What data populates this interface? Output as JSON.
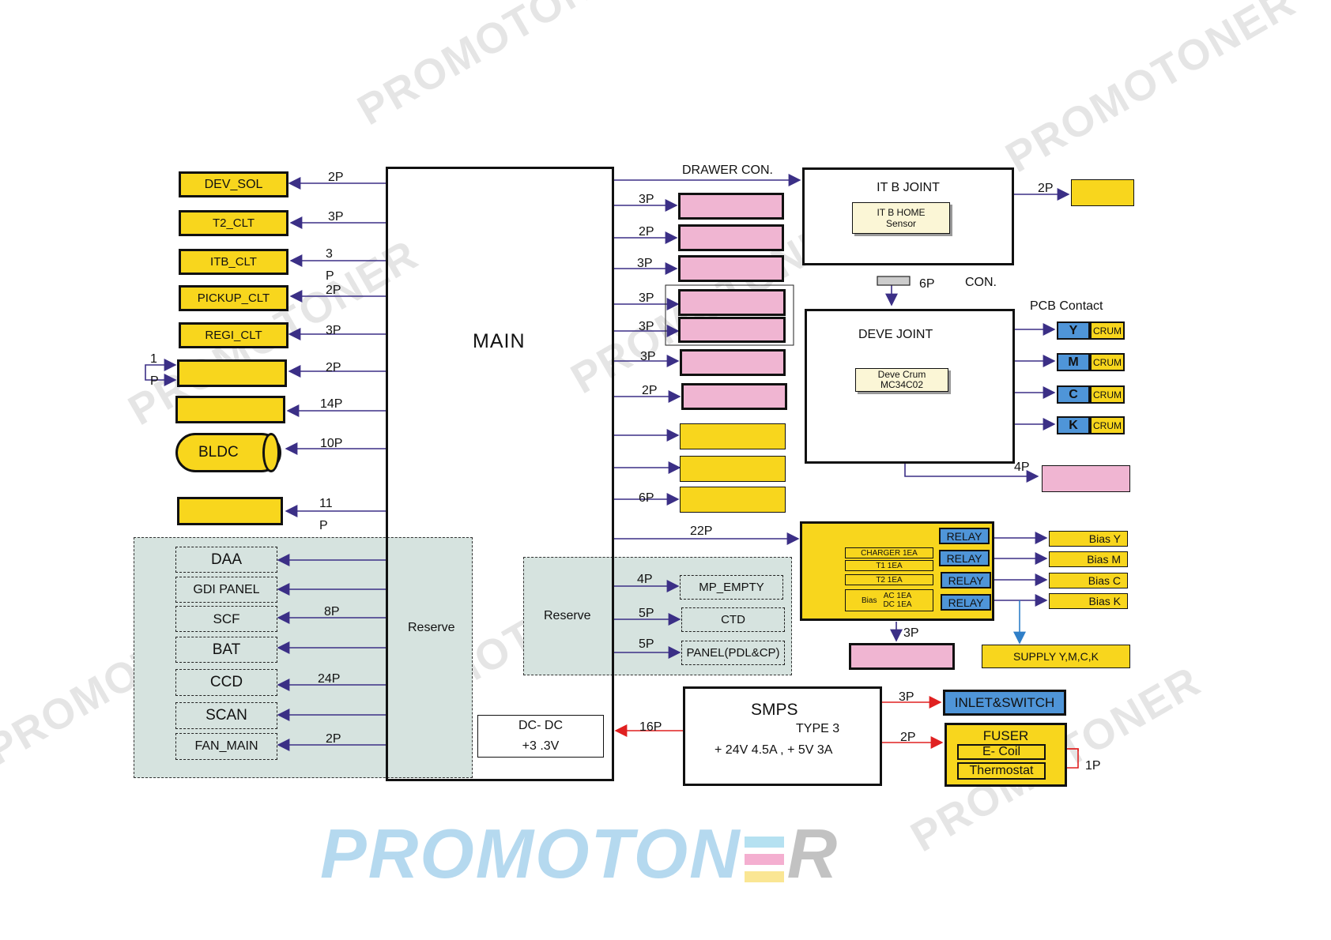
{
  "main": {
    "label": "MAIN",
    "reserve_left": "Reserve",
    "reserve_right": "Reserve"
  },
  "left_modules": [
    {
      "label": "DEV_SOL",
      "pin": "2P"
    },
    {
      "label": "T2_CLT",
      "pin": "3P"
    },
    {
      "label": "ITB_CLT",
      "pin": "3",
      "pin2": "P"
    },
    {
      "label": "PICKUP_CLT",
      "pin": "2P"
    },
    {
      "label": "REGI_CLT",
      "pin": "3P"
    },
    {
      "label": "",
      "pin": "2P",
      "side1": "1",
      "side2": "P"
    },
    {
      "label": "",
      "pin": "14P"
    },
    {
      "label": "BLDC",
      "pin": "10P"
    },
    {
      "label": "",
      "pin": "11",
      "pin2": "P"
    }
  ],
  "reserve_modules": [
    {
      "label": "DAA",
      "pin": ""
    },
    {
      "label": "GDI PANEL",
      "pin": ""
    },
    {
      "label": "SCF",
      "pin": "8P"
    },
    {
      "label": "BAT",
      "pin": ""
    },
    {
      "label": "CCD",
      "pin": "24P"
    },
    {
      "label": "SCAN",
      "pin": ""
    },
    {
      "label": "FAN_MAIN",
      "pin": "2P"
    }
  ],
  "right_pins": [
    "3P",
    "2P",
    "3P",
    "3P",
    "3P",
    "3P",
    "2P",
    "",
    "",
    "6P"
  ],
  "drawer": {
    "label": "DRAWER CON."
  },
  "itb": {
    "title": "IT B  JOINT",
    "sensor_line1": "IT B  HOME",
    "sensor_line2": "Sensor",
    "pin": "2P",
    "con_pin": "6P",
    "con_label": "CON."
  },
  "deve": {
    "title": "DEVE  JOINT",
    "crum_line1": "Deve  Crum",
    "crum_line2": "MC34C02",
    "pin": "4P"
  },
  "pcb_contact": "PCB  Contact",
  "crums": [
    {
      "color": "Y",
      "label": "CRUM"
    },
    {
      "color": "M",
      "label": "CRUM"
    },
    {
      "color": "C",
      "label": "CRUM"
    },
    {
      "color": "K",
      "label": "CRUM"
    }
  ],
  "hv": {
    "pin": "22P",
    "items": [
      "CHARGER  1EA",
      "T1  1EA",
      "T2  1EA"
    ],
    "bias_label": "Bias",
    "bias_line1": "AC  1EA",
    "bias_line2": "DC  1EA",
    "relays": [
      "RELAY",
      "RELAY",
      "RELAY",
      "RELAY"
    ],
    "pin_down": "3P"
  },
  "bias": [
    "Bias  Y",
    "Bias  M",
    "Bias  C",
    "Bias  K"
  ],
  "supply": "SUPPLY  Y,M,C,K",
  "reserve_right_modules": [
    {
      "label": "MP_EMPTY",
      "pin": "4P"
    },
    {
      "label": "CTD",
      "pin": "5P"
    },
    {
      "label": "PANEL(PDL&CP)",
      "pin": "5P"
    }
  ],
  "dcdc": {
    "line1": "DC- DC",
    "line2": "+3 .3V",
    "pin": "16P"
  },
  "smps": {
    "title": "SMPS",
    "type": "TYPE  3",
    "rating": "+ 24V  4.5A ,  + 5V  3A"
  },
  "inlet": {
    "label": "INLET&SWITCH",
    "pin": "3P"
  },
  "fuser": {
    "title": "FUSER",
    "coil": "E- Coil",
    "thermo": "Thermostat",
    "pin": "2P",
    "side_pin": "1P"
  },
  "watermark": "PROMOTONER",
  "logo": {
    "part1": "PROMOTON",
    "part2": "R"
  },
  "colors": {
    "yellow": "#f8d61d",
    "pink": "#f0b5d2",
    "blue": "#4f95d8",
    "reserve": "#d6e3df",
    "line": "#3b2f86",
    "red": "#e02020"
  }
}
